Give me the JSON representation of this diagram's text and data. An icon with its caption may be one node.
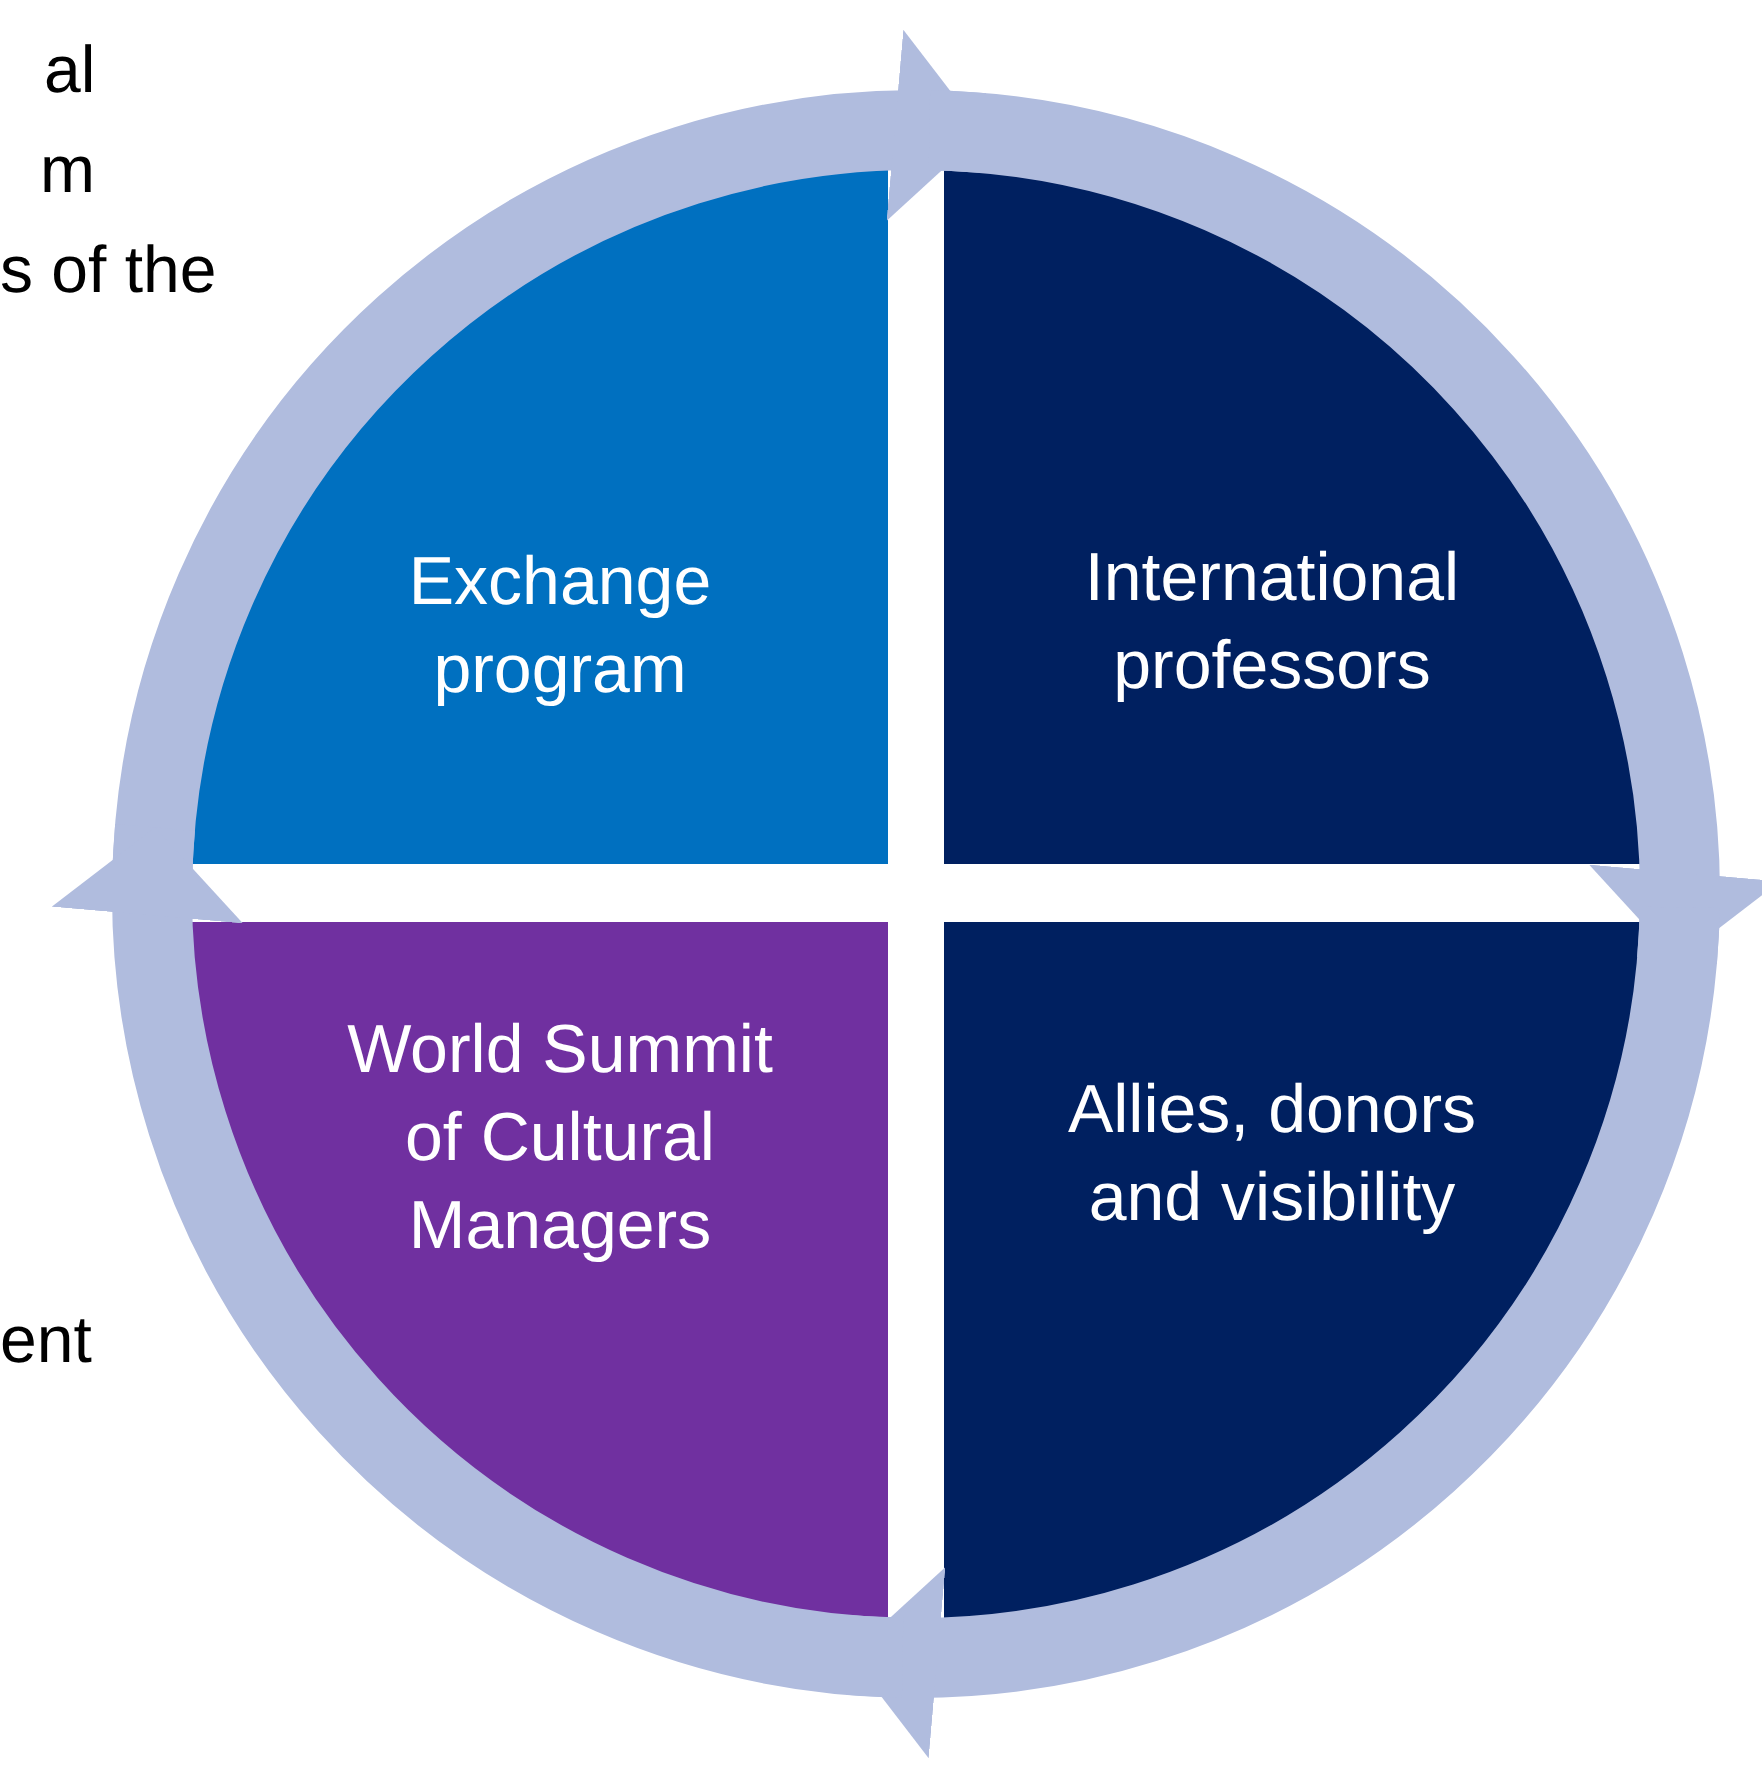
{
  "diagram": {
    "nodes": [
      {
        "text": [
          "Exchange program"
        ]
      },
      {
        "text": [
          "International professors"
        ]
      },
      {
        "text": [
          "Allies, donors and visibility"
        ]
      },
      {
        "text": [
          "World Summit of Cultural Managers"
        ]
      }
    ],
    "edges": [
      {
        "from": 0,
        "to": 1,
        "arrow": "to"
      },
      {
        "from": 1,
        "to": 2,
        "arrow": "to"
      },
      {
        "from": 2,
        "to": 3,
        "arrow": "to"
      },
      {
        "from": 3,
        "to": 0,
        "arrow": "to"
      }
    ],
    "labels": [
      "al",
      "m",
      "s of the",
      "ent"
    ]
  }
}
